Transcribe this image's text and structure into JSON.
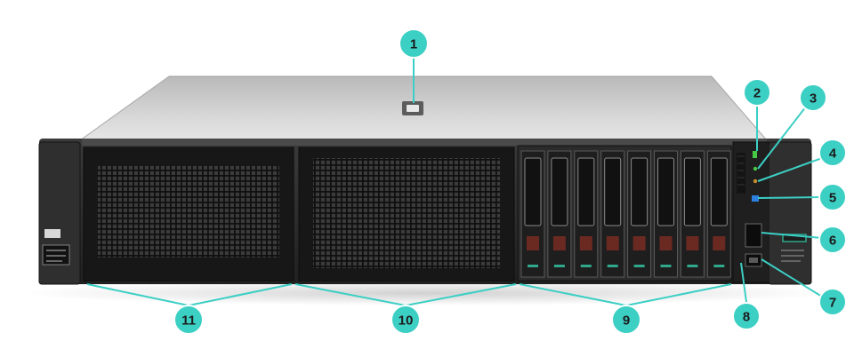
{
  "diagram": {
    "callouts": [
      "1",
      "2",
      "3",
      "4",
      "5",
      "6",
      "7",
      "8",
      "9",
      "10",
      "11"
    ],
    "drive_bay_count": 8,
    "colors": {
      "callout_fill": "#3ccfc4",
      "callout_stroke": "#ffffff",
      "leader_line": "#3ccfc4",
      "chassis_top": "#c9c9c9",
      "front_bezel": "#2a2a2a",
      "mesh_panel": "#1a1a1a",
      "drive_tray": "#1e1e1e",
      "drive_led": "#2fa88c",
      "status_led_green": "#46c946",
      "status_led_blue": "#2d7fe0",
      "status_led_amber": "#c98f2a"
    },
    "icons": {
      "logo_badge": "hpe-logo-icon",
      "drive_handle": "drive-handle-icon",
      "usb_port": "usb-port-icon"
    }
  }
}
